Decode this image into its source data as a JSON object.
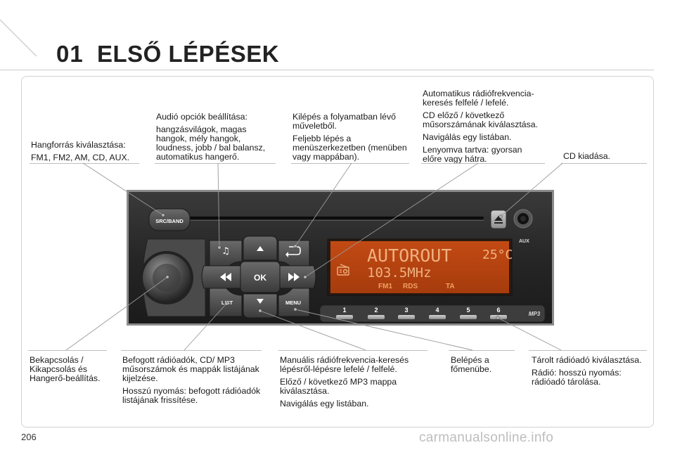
{
  "header": {
    "chapter_number": "01",
    "chapter_title": "ELSŐ LÉPÉSEK"
  },
  "callouts": {
    "source": [
      "Hangforrás kiválasztása:",
      "FM1, FM2, AM, CD, AUX."
    ],
    "audio": [
      "Audió opciók beállítása:",
      "hangzásvilágok, magas hangok, mély hangok, loudness, jobb / bal balansz, automatikus hangerő."
    ],
    "exit": [
      "Kilépés a folyamatban lévő műveletből.",
      "Feljebb lépés a menüszerkezetben (menüben vagy mappában)."
    ],
    "auto_search": [
      "Automatikus rádiófrekvencia-keresés felfelé / lefelé.",
      "CD előző / következő műsorszámának kiválasztása.",
      "Navigálás egy listában.",
      "Lenyomva tartva: gyorsan előre vagy hátra."
    ],
    "eject": [
      "CD kiadása."
    ],
    "power": [
      "Bekapcsolás / Kikapcsolás és Hangerő-beállítás."
    ],
    "list": [
      "Befogott rádióadók, CD/ MP3 műsorszámok és mappák listájának kijelzése.",
      "Hosszú nyomás: befogott rádióadók listájának frissítése."
    ],
    "manual_search": [
      "Manuális rádiófrekvencia-keresés lépésről-lépésre lefelé / felfelé.",
      "Előző / következő MP3 mappa kiválasztása.",
      "Navigálás egy listában."
    ],
    "menu": [
      "Belépés a főmenübe."
    ],
    "presets": [
      "Tárolt rádióadó kiválasztása.",
      "Rádió: hosszú nyomás: rádióadó tárolása."
    ]
  },
  "radio": {
    "src_label": "SRC/BAND",
    "ok_label": "OK",
    "list_label": "LIST",
    "menu_label": "MENU",
    "aux_label": "AUX",
    "mp3_label": "MP3",
    "display": {
      "line1": "AUTOROUT",
      "temp": "25°C",
      "freq": "103.5MHz",
      "fm": "FM1",
      "rds": "RDS",
      "ta": "TA"
    },
    "presets": [
      "1",
      "2",
      "3",
      "4",
      "5",
      "6"
    ]
  },
  "footer": {
    "page_number": "206",
    "watermark": "carmanualsonline.info"
  }
}
